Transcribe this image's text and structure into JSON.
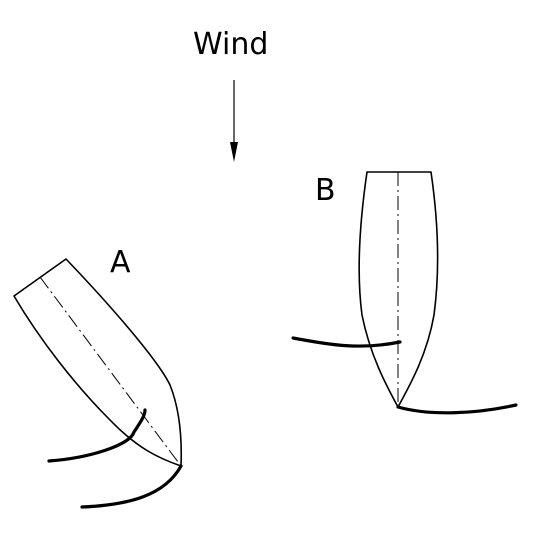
{
  "wind": {
    "label": "Wind",
    "direction": "down",
    "arrow_icon": "down-arrow-icon"
  },
  "boats": [
    {
      "id": "A",
      "label": "A"
    },
    {
      "id": "B",
      "label": "B"
    }
  ],
  "colors": {
    "ink": "#000000",
    "background": "#ffffff"
  }
}
